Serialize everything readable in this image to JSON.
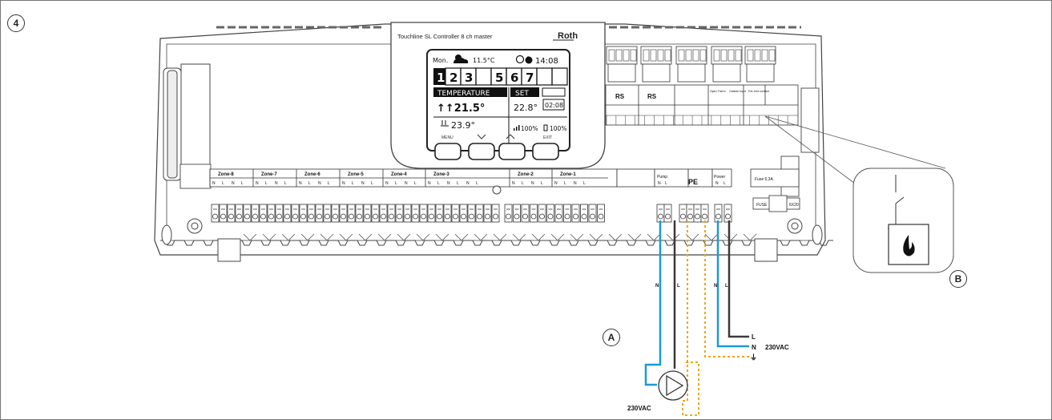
{
  "figure": {
    "number": "4",
    "callout_a": "A",
    "callout_b": "B"
  },
  "controller": {
    "title": "Touchline SL Controller 8 ch master",
    "brand": "Roth",
    "lcd": {
      "day": "Mon.",
      "outdoor_temp": "11.5°C",
      "time": "14:08",
      "zones_left": [
        "1",
        "2",
        "3"
      ],
      "zones_right": [
        "5",
        "6",
        "7"
      ],
      "temperature_label": "TEMPERATURE",
      "set_label": "SET",
      "room_temp": "↑↑21.5°",
      "set_temp": "22.8°",
      "timer": "02:08",
      "floor_temp": "23.9°",
      "signal": "100%",
      "battery": "100%"
    },
    "buttons": [
      "MENU",
      "",
      "",
      "EXIT"
    ]
  },
  "terminals": {
    "rs": [
      "RS",
      "RS"
    ],
    "open_therm": "Open Therm",
    "outside_input": "Outside Input",
    "pot_free": "Pot.-free contact",
    "zones": [
      "Zone-8",
      "Zone-7",
      "Zone-6",
      "Zone-5",
      "Zone-4",
      "Zone-3",
      "Zone-2",
      "Zone-1"
    ],
    "pump": "Pump",
    "pe": "PE",
    "power": "Power",
    "fuse": "Fuse 6,3A",
    "fuse_box": "FUSE",
    "fuse_rating": "6X20",
    "pin_n": "N",
    "pin_l": "L"
  },
  "wiring": {
    "pump_supply": "230VAC",
    "mains_supply": "230VAC",
    "mains_l": "L",
    "mains_n": "N",
    "mains_pe": "⏚",
    "wire_n": "N",
    "wire_l": "L",
    "wire_n2": "N",
    "wire_l2": "L"
  },
  "colors": {
    "neutral": "#1a9ad6",
    "live": "#3a3a3a",
    "earth": "#f2a516",
    "outline": "#444"
  }
}
